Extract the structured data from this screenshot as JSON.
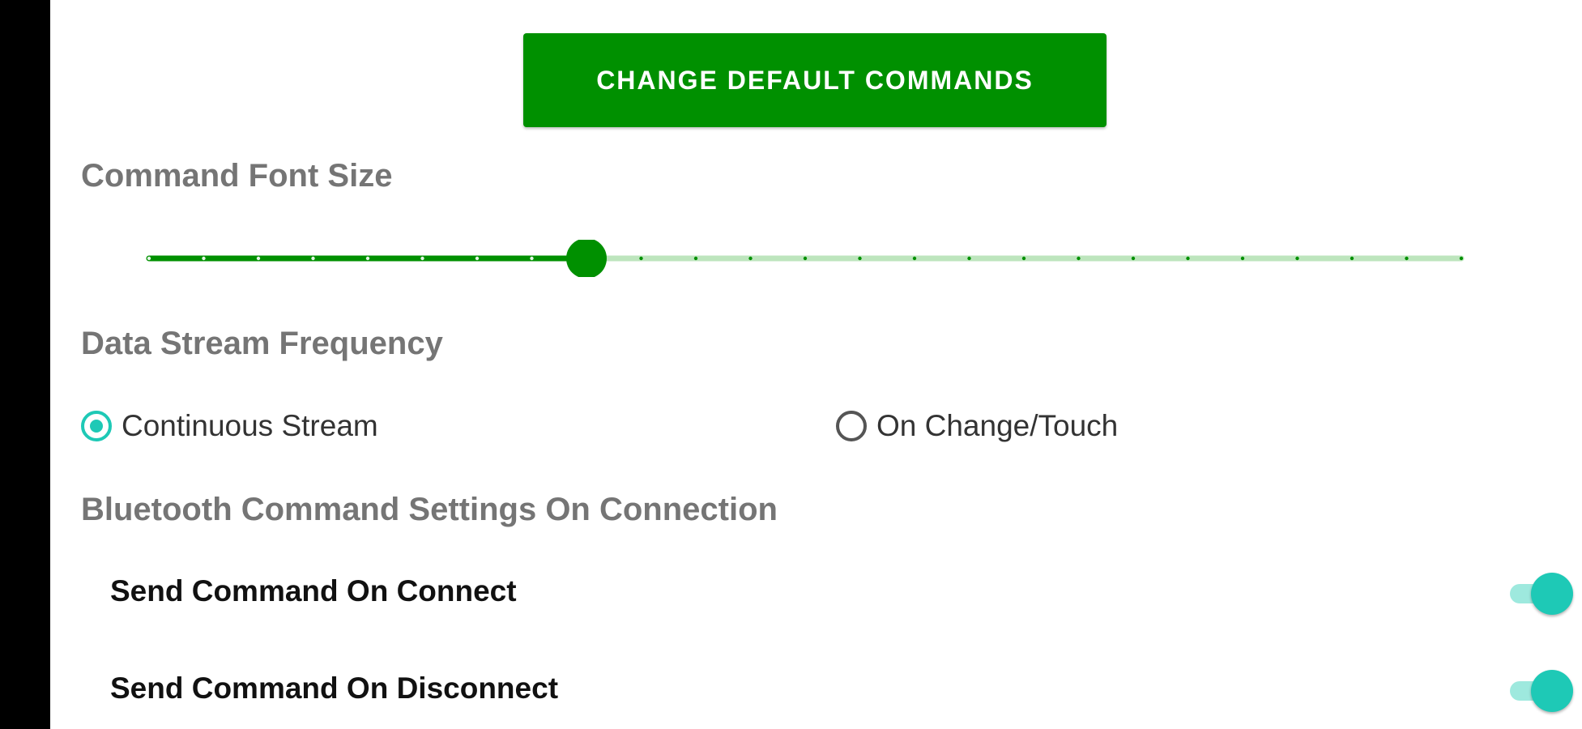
{
  "colors": {
    "primary_green": "#009000",
    "slider_inactive": "#bde5bd",
    "accent_teal": "#1ec9b6",
    "section_title": "#757575"
  },
  "change_button": {
    "label": "CHANGE DEFAULT COMMANDS"
  },
  "font_size_section": {
    "title": "Command Font Size",
    "slider": {
      "ticks": 25,
      "selected_index": 8
    }
  },
  "frequency_section": {
    "title": "Data Stream Frequency",
    "options": [
      {
        "label": "Continuous Stream",
        "selected": true
      },
      {
        "label": "On Change/Touch",
        "selected": false
      }
    ]
  },
  "bluetooth_section": {
    "title": "Bluetooth Command Settings On Connection",
    "switches": [
      {
        "label": "Send Command On Connect",
        "on": true
      },
      {
        "label": "Send Command On Disconnect",
        "on": true
      }
    ]
  }
}
